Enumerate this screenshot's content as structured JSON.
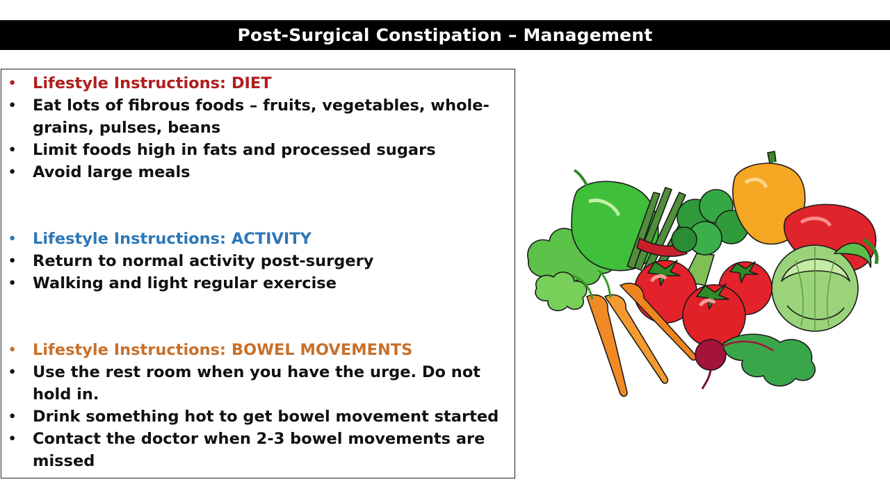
{
  "title": "Post-Surgical Constipation – Management",
  "sections": {
    "diet": {
      "heading": "Lifestyle Instructions: DIET",
      "heading_color": "#b01e1e",
      "items": [
        "Eat lots of fibrous foods – fruits, vegetables, whole-grains, pulses, beans",
        "Limit foods high in fats and processed sugars",
        "Avoid large meals"
      ]
    },
    "activity": {
      "heading": "Lifestyle Instructions: ACTIVITY",
      "heading_color": "#2e77b6",
      "items": [
        "Return to normal activity post-surgery",
        "Walking and light regular exercise"
      ]
    },
    "bowel": {
      "heading": "Lifestyle Instructions: BOWEL MOVEMENTS",
      "heading_color": "#c7702c",
      "items": [
        "Use the rest room when you have the urge. Do not hold in.",
        "Drink something hot to get bowel movement started",
        "Contact the doctor when 2-3 bowel movements are missed"
      ]
    }
  },
  "bullet_glyph": "•",
  "illustration": "vegetables-illustration"
}
